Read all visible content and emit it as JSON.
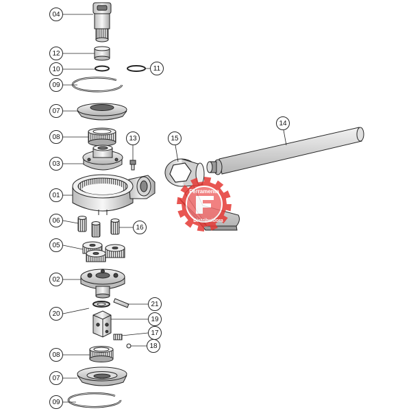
{
  "labels": [
    {
      "id": "04",
      "text": "04"
    },
    {
      "id": "12",
      "text": "12"
    },
    {
      "id": "10",
      "text": "10"
    },
    {
      "id": "11",
      "text": "11"
    },
    {
      "id": "09a",
      "text": "09"
    },
    {
      "id": "07a",
      "text": "07"
    },
    {
      "id": "08a",
      "text": "08"
    },
    {
      "id": "13",
      "text": "13"
    },
    {
      "id": "15",
      "text": "15"
    },
    {
      "id": "14",
      "text": "14"
    },
    {
      "id": "03",
      "text": "03"
    },
    {
      "id": "01",
      "text": "01"
    },
    {
      "id": "06",
      "text": "06"
    },
    {
      "id": "16",
      "text": "16"
    },
    {
      "id": "05",
      "text": "05"
    },
    {
      "id": "02",
      "text": "02"
    },
    {
      "id": "21",
      "text": "21"
    },
    {
      "id": "20",
      "text": "20"
    },
    {
      "id": "19",
      "text": "19"
    },
    {
      "id": "17",
      "text": "17"
    },
    {
      "id": "18",
      "text": "18"
    },
    {
      "id": "08b",
      "text": "08"
    },
    {
      "id": "07b",
      "text": "07"
    },
    {
      "id": "09b",
      "text": "09"
    }
  ],
  "watermark": {
    "top": "Ferramenta",
    "bottom": "Distribuidora",
    "color": "#e53935"
  },
  "colors": {
    "line": "#222222",
    "light": "#f4f4f4",
    "mid": "#d9d9d9",
    "dark": "#9a9a9a"
  }
}
